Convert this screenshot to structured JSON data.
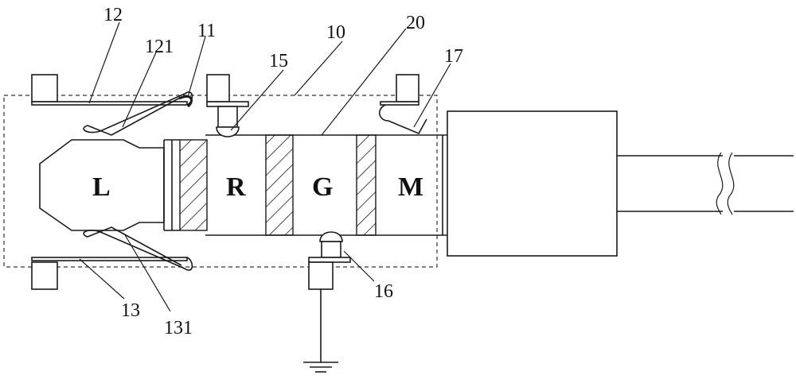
{
  "segments": {
    "l": "L",
    "r": "R",
    "g": "G",
    "m": "M"
  },
  "callouts": {
    "c10": "10",
    "c11": "11",
    "c12": "12",
    "c121": "121",
    "c13": "13",
    "c131": "131",
    "c15": "15",
    "c16": "16",
    "c17": "17",
    "c20": "20"
  }
}
